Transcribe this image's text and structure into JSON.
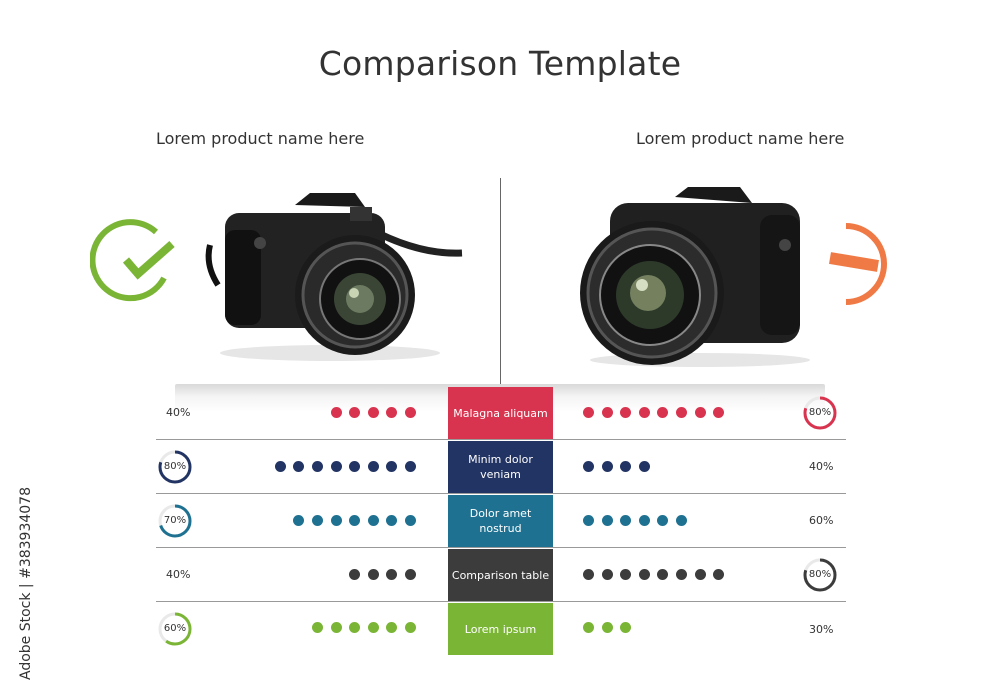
{
  "title": "Comparison Template",
  "products": {
    "left": {
      "name": "Lorem product name here",
      "status_icon": "check-icon",
      "status_color": "#7bb536"
    },
    "right": {
      "name": "Lorem product name here",
      "status_icon": "minus-icon",
      "status_color": "#f07a45"
    }
  },
  "rows": [
    {
      "label": "Malagna aliquam",
      "color": "#d9344f",
      "left_pct": "40%",
      "left_dots": 5,
      "left_ring": false,
      "right_pct": "80%",
      "right_dots": 8,
      "right_ring": true
    },
    {
      "label": "Minim dolor veniam",
      "color": "#223463",
      "left_pct": "80%",
      "left_dots": 8,
      "left_ring": true,
      "right_pct": "40%",
      "right_dots": 4,
      "right_ring": false
    },
    {
      "label": "Dolor amet nostrud",
      "color": "#1f7191",
      "left_pct": "70%",
      "left_dots": 7,
      "left_ring": true,
      "right_pct": "60%",
      "right_dots": 6,
      "right_ring": false
    },
    {
      "label": "Comparison table",
      "color": "#3c3c3c",
      "left_pct": "40%",
      "left_dots": 4,
      "left_ring": false,
      "right_pct": "80%",
      "right_dots": 8,
      "right_ring": true
    },
    {
      "label": "Lorem ipsum",
      "color": "#7bb536",
      "left_pct": "60%",
      "left_dots": 6,
      "left_ring": true,
      "right_pct": "30%",
      "right_dots": 3,
      "right_ring": false
    }
  ],
  "credit": "Adobe Stock | #383934078"
}
